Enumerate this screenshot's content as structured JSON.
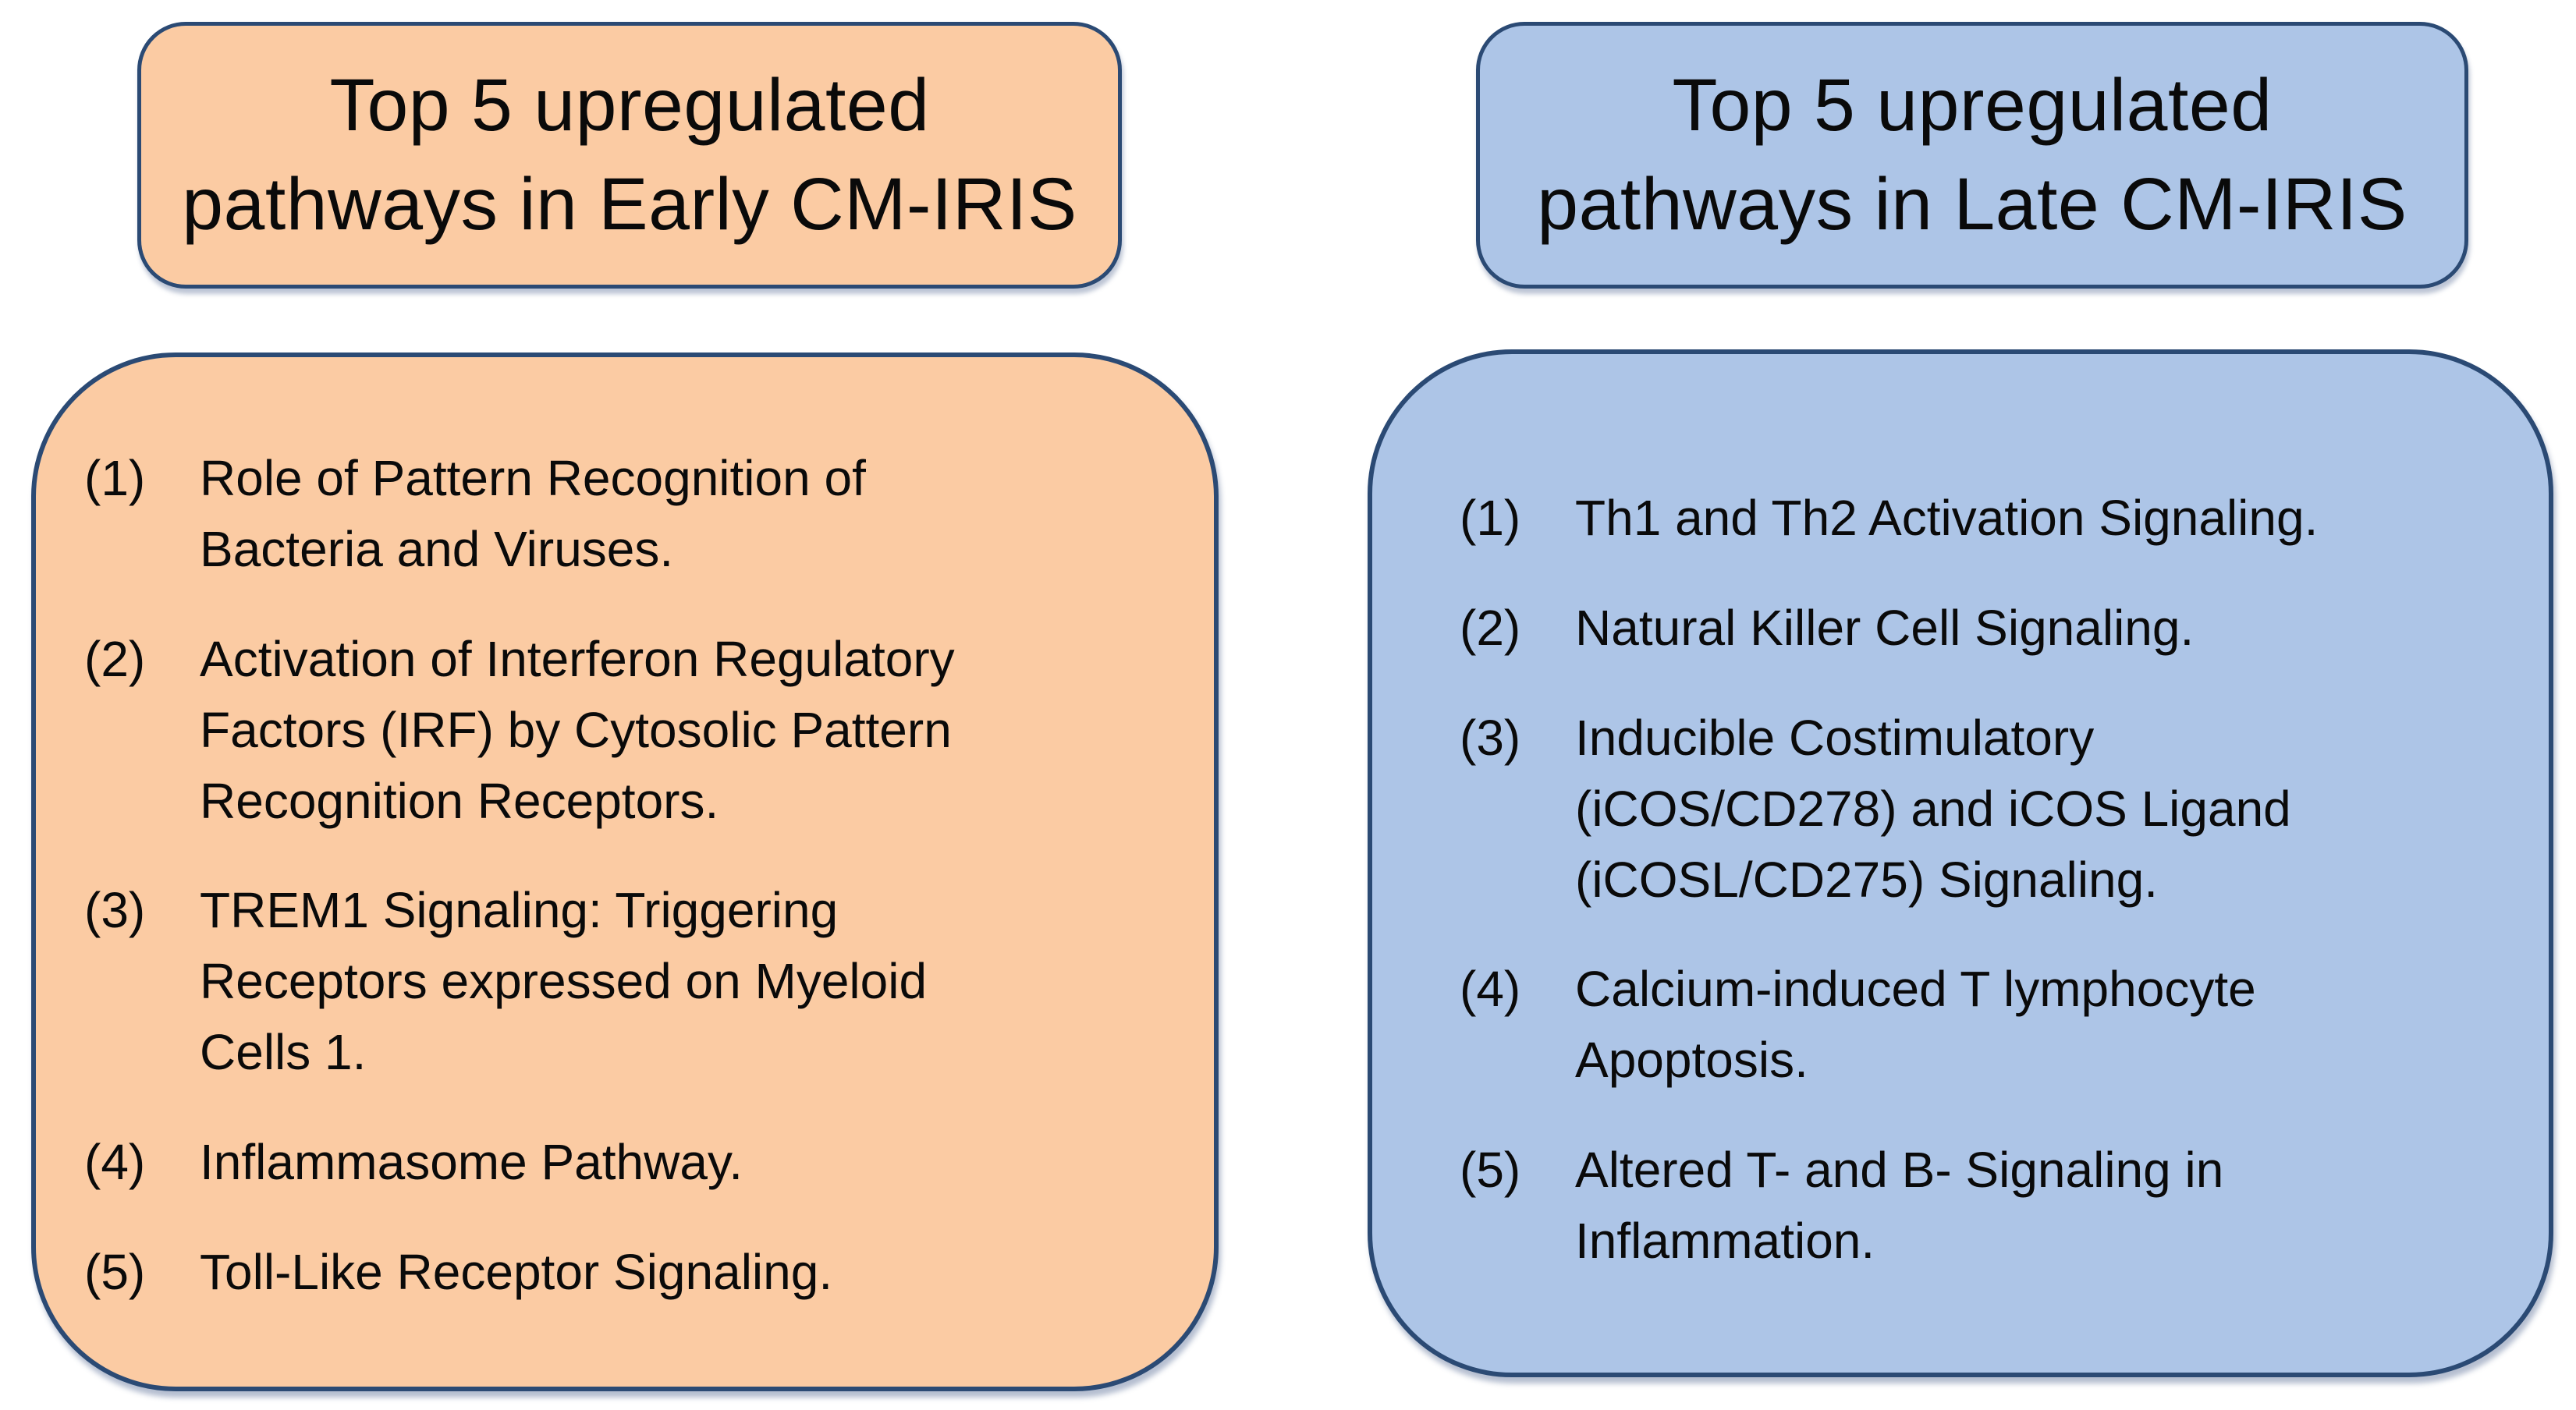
{
  "colors": {
    "early_fill": "#FBCBA3",
    "late_fill": "#ADC5E7",
    "border_navy": "#2B4A74",
    "text": "#0A0A0A",
    "background": "#FFFFFF"
  },
  "early": {
    "title": "Top 5 upregulated\npathways in Early CM-IRIS",
    "items": [
      {
        "num": "(1)",
        "text": "Role of Pattern Recognition of\nBacteria and Viruses."
      },
      {
        "num": "(2)",
        "text": "Activation of Interferon Regulatory\nFactors (IRF) by Cytosolic Pattern\nRecognition Receptors."
      },
      {
        "num": "(3)",
        "text": "TREM1 Signaling: Triggering\nReceptors expressed on Myeloid\nCells 1."
      },
      {
        "num": "(4)",
        "text": "Inflammasome Pathway."
      },
      {
        "num": "(5)",
        "text": "Toll-Like Receptor Signaling."
      }
    ]
  },
  "late": {
    "title": "Top 5 upregulated\npathways in Late CM-IRIS",
    "items": [
      {
        "num": "(1)",
        "text": "Th1 and Th2 Activation Signaling."
      },
      {
        "num": "(2)",
        "text": "Natural Killer Cell Signaling."
      },
      {
        "num": "(3)",
        "text": "Inducible Costimulatory\n(iCOS/CD278) and iCOS Ligand\n(iCOSL/CD275) Signaling."
      },
      {
        "num": "(4)",
        "text": "Calcium-induced T lymphocyte\nApoptosis."
      },
      {
        "num": "(5)",
        "text": "Altered T- and B- Signaling in\nInflammation."
      }
    ]
  }
}
